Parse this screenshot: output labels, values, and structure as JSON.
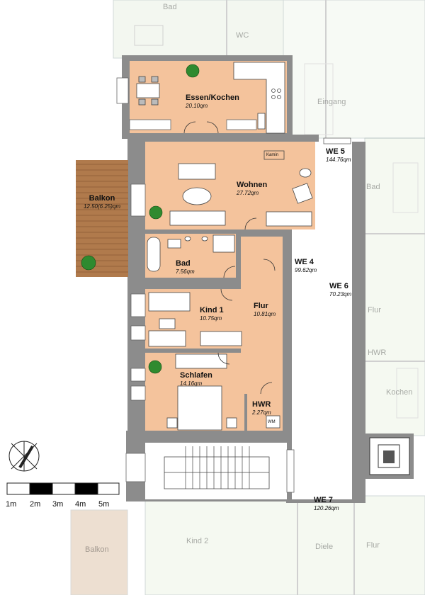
{
  "rooms": {
    "essen_kochen": {
      "name": "Essen/Kochen",
      "area": "20.10qm"
    },
    "wohnen": {
      "name": "Wohnen",
      "area": "27.72qm"
    },
    "kamin": {
      "name": "Kamin"
    },
    "balkon": {
      "name": "Balkon",
      "area": "12.50(6.25)qm"
    },
    "bad": {
      "name": "Bad",
      "area": "7.56qm"
    },
    "kind1": {
      "name": "Kind 1",
      "area": "10.75qm"
    },
    "flur": {
      "name": "Flur",
      "area": "10.81qm"
    },
    "schlafen": {
      "name": "Schlafen",
      "area": "14.16qm"
    },
    "hwr": {
      "name": "HWR",
      "area": "2.27qm"
    },
    "wm": {
      "name": "WM"
    }
  },
  "units": {
    "we5": {
      "name": "WE 5",
      "area": "144.76qm"
    },
    "we4": {
      "name": "WE 4",
      "area": "99.62qm"
    },
    "we6": {
      "name": "WE 6",
      "area": "70.23qm"
    },
    "we7": {
      "name": "WE 7",
      "area": "120.26qm"
    }
  },
  "neighbor_labels": {
    "bad_top": {
      "name": "Bad"
    },
    "wc": {
      "name": "WC"
    },
    "eingang": {
      "name": "Eingang"
    },
    "bad_right": {
      "name": "Bad"
    },
    "flur_right": {
      "name": "Flur"
    },
    "hwr_right": {
      "name": "HWR"
    },
    "kochen_right": {
      "name": "Kochen"
    },
    "kind2": {
      "name": "Kind 2"
    },
    "diele": {
      "name": "Diele"
    },
    "flur_bottom": {
      "name": "Flur"
    },
    "balkon_bottom": {
      "name": "Balkon"
    }
  },
  "scale_bar": {
    "labels": [
      "1m",
      "2m",
      "3m",
      "4m",
      "5m"
    ]
  },
  "colors": {
    "room_fill": "#f4c39c",
    "wall": "#8c8c8c",
    "balcony": "#b07a4c",
    "unit_we6": "#ffffff",
    "neighbor_fill": "#eef6e8"
  }
}
